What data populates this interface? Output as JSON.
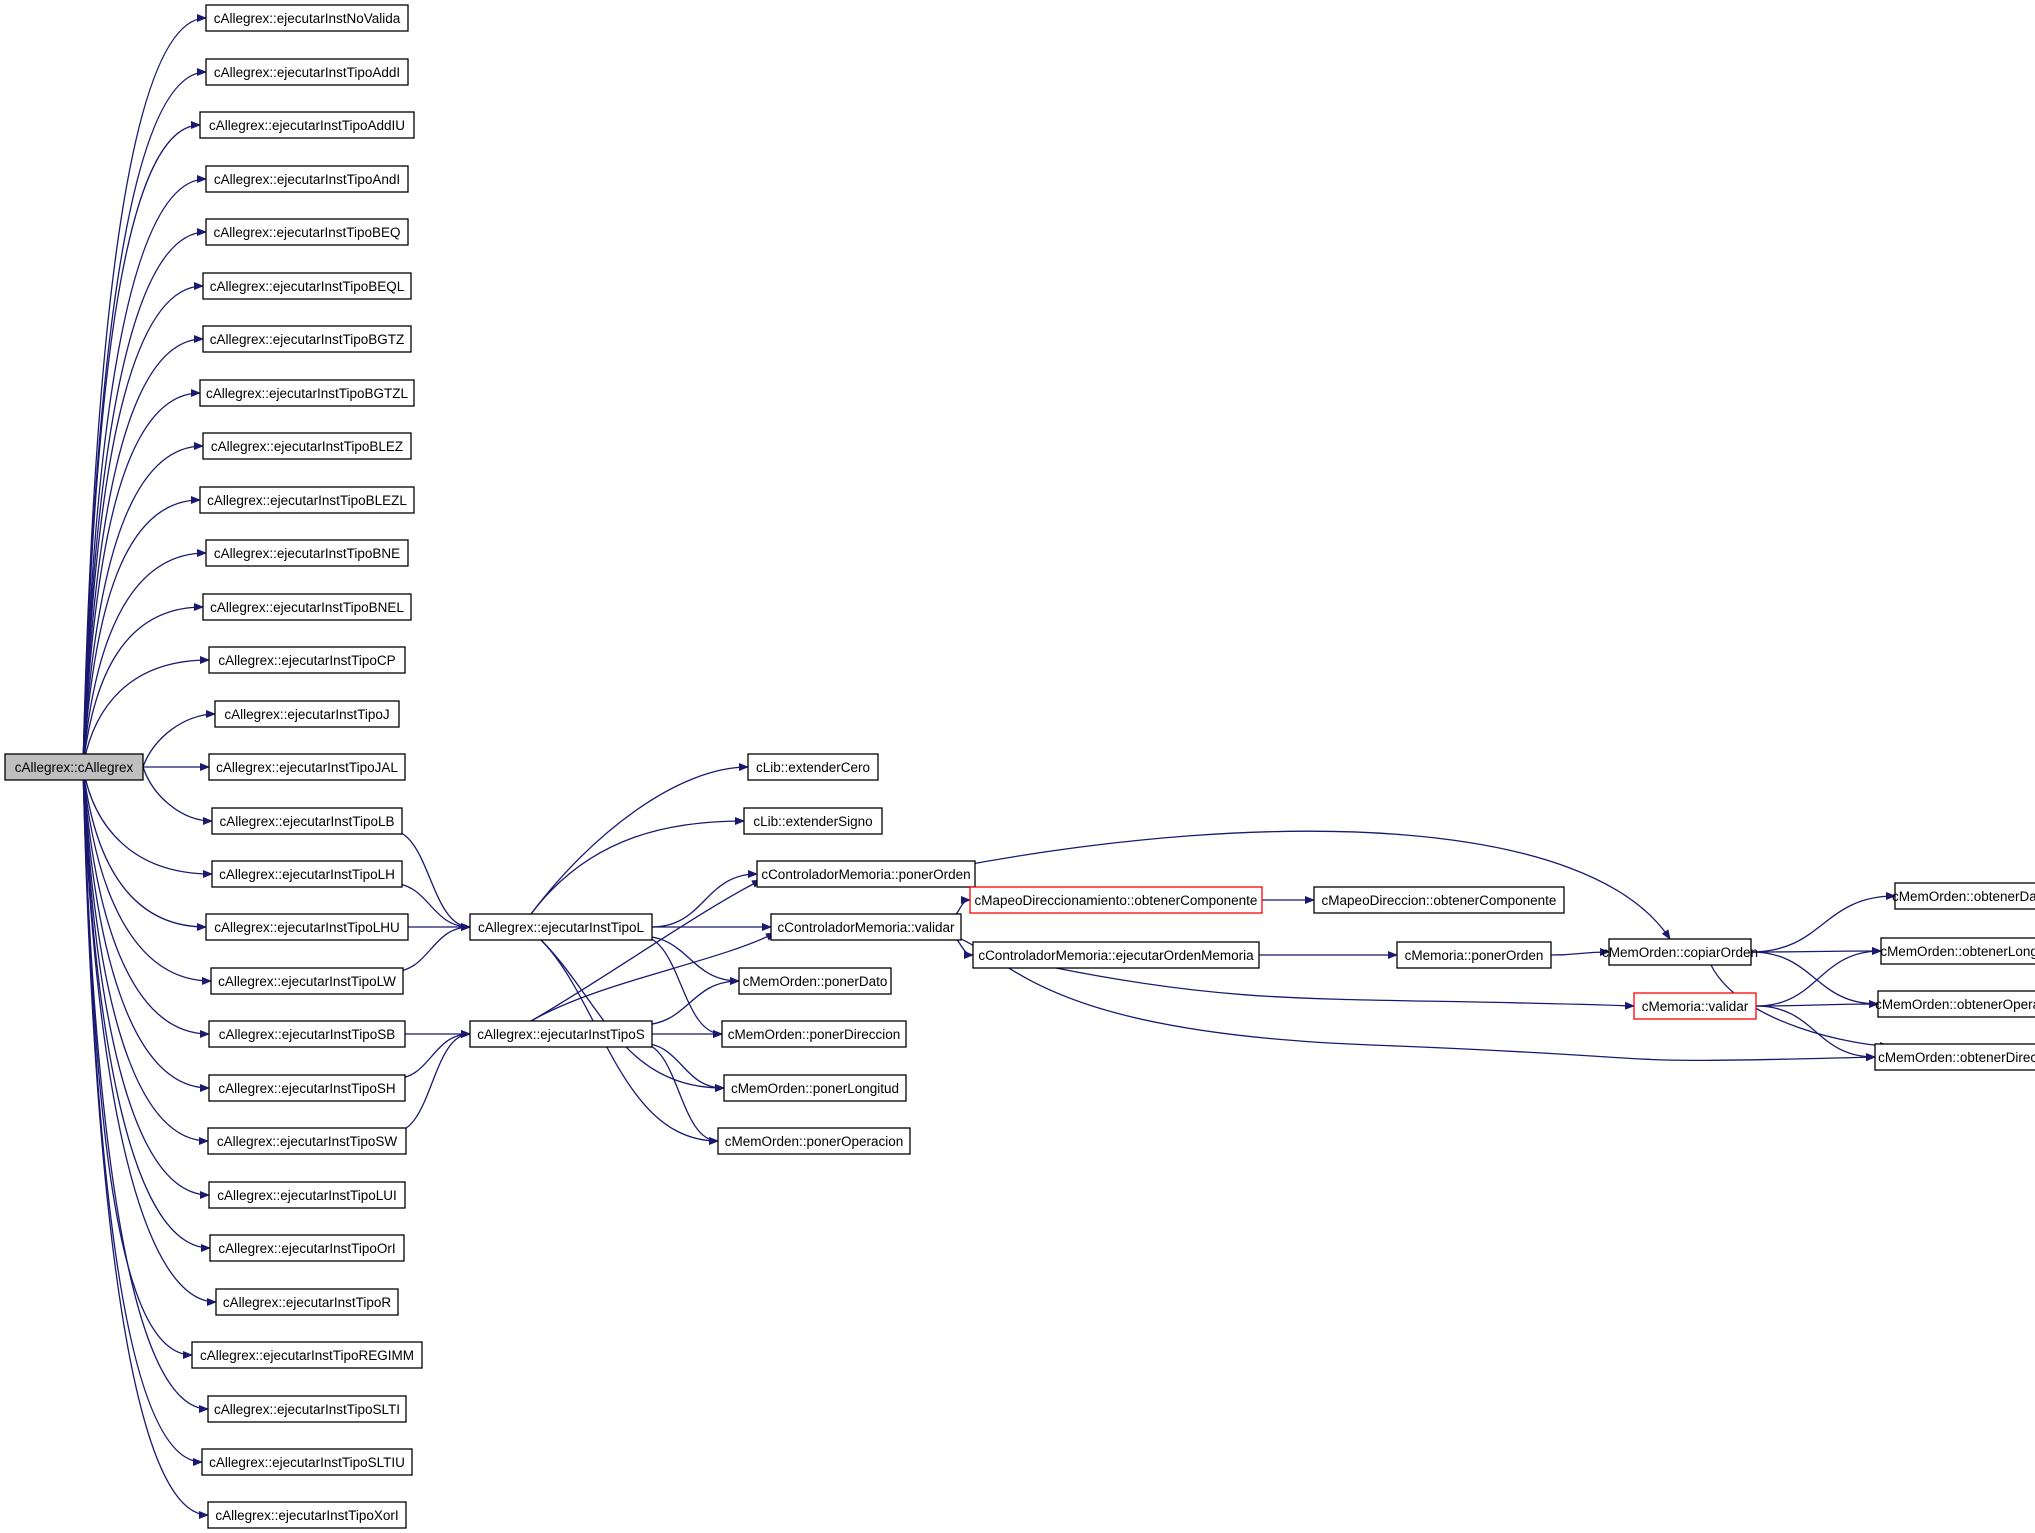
{
  "colors": {
    "edge": "#191970",
    "node_border": "#000000",
    "node_fill": "#ffffff",
    "root_fill": "#bfbfbf",
    "truncated_border": "#ff0000"
  },
  "nodes": [
    {
      "id": "root",
      "label": "cAllegrex::cAllegrex",
      "style": "root"
    },
    {
      "id": "nv",
      "label": "cAllegrex::ejecutarInstNoValida",
      "style": "normal"
    },
    {
      "id": "addi",
      "label": "cAllegrex::ejecutarInstTipoAddI",
      "style": "normal"
    },
    {
      "id": "addiu",
      "label": "cAllegrex::ejecutarInstTipoAddIU",
      "style": "normal"
    },
    {
      "id": "andi",
      "label": "cAllegrex::ejecutarInstTipoAndI",
      "style": "normal"
    },
    {
      "id": "beq",
      "label": "cAllegrex::ejecutarInstTipoBEQ",
      "style": "normal"
    },
    {
      "id": "beql",
      "label": "cAllegrex::ejecutarInstTipoBEQL",
      "style": "normal"
    },
    {
      "id": "bgtz",
      "label": "cAllegrex::ejecutarInstTipoBGTZ",
      "style": "normal"
    },
    {
      "id": "bgtzl",
      "label": "cAllegrex::ejecutarInstTipoBGTZL",
      "style": "normal"
    },
    {
      "id": "blez",
      "label": "cAllegrex::ejecutarInstTipoBLEZ",
      "style": "normal"
    },
    {
      "id": "blezl",
      "label": "cAllegrex::ejecutarInstTipoBLEZL",
      "style": "normal"
    },
    {
      "id": "bne",
      "label": "cAllegrex::ejecutarInstTipoBNE",
      "style": "normal"
    },
    {
      "id": "bnel",
      "label": "cAllegrex::ejecutarInstTipoBNEL",
      "style": "normal"
    },
    {
      "id": "cp",
      "label": "cAllegrex::ejecutarInstTipoCP",
      "style": "normal"
    },
    {
      "id": "j",
      "label": "cAllegrex::ejecutarInstTipoJ",
      "style": "normal"
    },
    {
      "id": "jal",
      "label": "cAllegrex::ejecutarInstTipoJAL",
      "style": "normal"
    },
    {
      "id": "lb",
      "label": "cAllegrex::ejecutarInstTipoLB",
      "style": "normal"
    },
    {
      "id": "lh",
      "label": "cAllegrex::ejecutarInstTipoLH",
      "style": "normal"
    },
    {
      "id": "lhu",
      "label": "cAllegrex::ejecutarInstTipoLHU",
      "style": "normal"
    },
    {
      "id": "lw",
      "label": "cAllegrex::ejecutarInstTipoLW",
      "style": "normal"
    },
    {
      "id": "sb",
      "label": "cAllegrex::ejecutarInstTipoSB",
      "style": "normal"
    },
    {
      "id": "sh",
      "label": "cAllegrex::ejecutarInstTipoSH",
      "style": "normal"
    },
    {
      "id": "sw",
      "label": "cAllegrex::ejecutarInstTipoSW",
      "style": "normal"
    },
    {
      "id": "lui",
      "label": "cAllegrex::ejecutarInstTipoLUI",
      "style": "normal"
    },
    {
      "id": "ori",
      "label": "cAllegrex::ejecutarInstTipoOrI",
      "style": "normal"
    },
    {
      "id": "r",
      "label": "cAllegrex::ejecutarInstTipoR",
      "style": "normal"
    },
    {
      "id": "regimm",
      "label": "cAllegrex::ejecutarInstTipoREGIMM",
      "style": "normal"
    },
    {
      "id": "slti",
      "label": "cAllegrex::ejecutarInstTipoSLTI",
      "style": "normal"
    },
    {
      "id": "sltiu",
      "label": "cAllegrex::ejecutarInstTipoSLTIU",
      "style": "normal"
    },
    {
      "id": "xori",
      "label": "cAllegrex::ejecutarInstTipoXorI",
      "style": "normal"
    },
    {
      "id": "tipol",
      "label": "cAllegrex::ejecutarInstTipoL",
      "style": "normal"
    },
    {
      "id": "tipos",
      "label": "cAllegrex::ejecutarInstTipoS",
      "style": "normal"
    },
    {
      "id": "extcero",
      "label": "cLib::extenderCero",
      "style": "normal"
    },
    {
      "id": "extsigno",
      "label": "cLib::extenderSigno",
      "style": "normal"
    },
    {
      "id": "cmponer",
      "label": "cControladorMemoria::ponerOrden",
      "style": "normal"
    },
    {
      "id": "cmvalidar",
      "label": "cControladorMemoria::validar",
      "style": "normal"
    },
    {
      "id": "ponerdato",
      "label": "cMemOrden::ponerDato",
      "style": "normal"
    },
    {
      "id": "ponerdir",
      "label": "cMemOrden::ponerDireccion",
      "style": "normal"
    },
    {
      "id": "ponerlong",
      "label": "cMemOrden::ponerLongitud",
      "style": "normal"
    },
    {
      "id": "ponerop",
      "label": "cMemOrden::ponerOperacion",
      "style": "normal"
    },
    {
      "id": "mapcomp",
      "label": "cMapeoDireccionamiento::obtenerComponente",
      "style": "truncated"
    },
    {
      "id": "mapdircomp",
      "label": "cMapeoDireccion::obtenerComponente",
      "style": "normal"
    },
    {
      "id": "cmejec",
      "label": "cControladorMemoria::ejecutarOrdenMemoria",
      "style": "normal"
    },
    {
      "id": "memponer",
      "label": "cMemoria::ponerOrden",
      "style": "normal"
    },
    {
      "id": "copiar",
      "label": "cMemOrden::copiarOrden",
      "style": "normal"
    },
    {
      "id": "memvalidar",
      "label": "cMemoria::validar",
      "style": "truncated"
    },
    {
      "id": "odato",
      "label": "cMemOrden::obtenerDato",
      "style": "normal"
    },
    {
      "id": "olong",
      "label": "cMemOrden::obtenerLongitud",
      "style": "normal"
    },
    {
      "id": "oop",
      "label": "cMemOrden::obtenerOperacion",
      "style": "normal"
    },
    {
      "id": "odir",
      "label": "cMemOrden::obtenerDireccion",
      "style": "normal"
    }
  ],
  "edges": [
    [
      "root",
      "nv"
    ],
    [
      "root",
      "addi"
    ],
    [
      "root",
      "addiu"
    ],
    [
      "root",
      "andi"
    ],
    [
      "root",
      "beq"
    ],
    [
      "root",
      "beql"
    ],
    [
      "root",
      "bgtz"
    ],
    [
      "root",
      "bgtzl"
    ],
    [
      "root",
      "blez"
    ],
    [
      "root",
      "blezl"
    ],
    [
      "root",
      "bne"
    ],
    [
      "root",
      "bnel"
    ],
    [
      "root",
      "cp"
    ],
    [
      "root",
      "j"
    ],
    [
      "root",
      "jal"
    ],
    [
      "root",
      "lb"
    ],
    [
      "root",
      "lh"
    ],
    [
      "root",
      "lhu"
    ],
    [
      "root",
      "lw"
    ],
    [
      "root",
      "sb"
    ],
    [
      "root",
      "sh"
    ],
    [
      "root",
      "sw"
    ],
    [
      "root",
      "lui"
    ],
    [
      "root",
      "ori"
    ],
    [
      "root",
      "r"
    ],
    [
      "root",
      "regimm"
    ],
    [
      "root",
      "slti"
    ],
    [
      "root",
      "sltiu"
    ],
    [
      "root",
      "xori"
    ],
    [
      "lb",
      "tipol"
    ],
    [
      "lh",
      "tipol"
    ],
    [
      "lhu",
      "tipol"
    ],
    [
      "lw",
      "tipol"
    ],
    [
      "sb",
      "tipos"
    ],
    [
      "sh",
      "tipos"
    ],
    [
      "sw",
      "tipos"
    ],
    [
      "tipol",
      "extcero"
    ],
    [
      "tipol",
      "extsigno"
    ],
    [
      "tipol",
      "cmponer"
    ],
    [
      "tipol",
      "cmvalidar"
    ],
    [
      "tipol",
      "ponerdato"
    ],
    [
      "tipol",
      "ponerdir"
    ],
    [
      "tipol",
      "ponerlong"
    ],
    [
      "tipol",
      "ponerop"
    ],
    [
      "tipos",
      "cmponer"
    ],
    [
      "tipos",
      "cmvalidar"
    ],
    [
      "tipos",
      "ponerdato"
    ],
    [
      "tipos",
      "ponerdir"
    ],
    [
      "tipos",
      "ponerlong"
    ],
    [
      "tipos",
      "ponerop"
    ],
    [
      "cmponer",
      "copiar"
    ],
    [
      "cmvalidar",
      "mapcomp"
    ],
    [
      "cmvalidar",
      "cmejec"
    ],
    [
      "cmvalidar",
      "odir"
    ],
    [
      "mapcomp",
      "mapdircomp"
    ],
    [
      "cmejec",
      "memponer"
    ],
    [
      "cmejec",
      "memvalidar"
    ],
    [
      "memponer",
      "copiar"
    ],
    [
      "copiar",
      "odato"
    ],
    [
      "copiar",
      "olong"
    ],
    [
      "copiar",
      "oop"
    ],
    [
      "copiar",
      "odir"
    ],
    [
      "memvalidar",
      "olong"
    ],
    [
      "memvalidar",
      "oop"
    ],
    [
      "memvalidar",
      "odir"
    ]
  ]
}
